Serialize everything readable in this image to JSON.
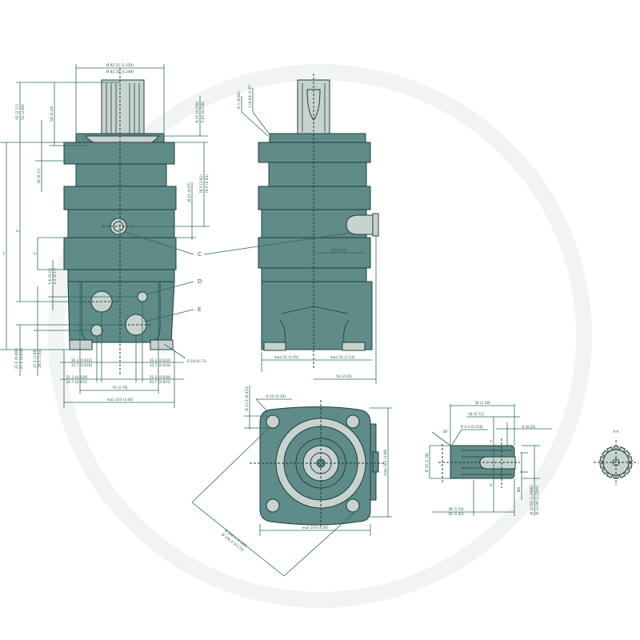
{
  "colors": {
    "body": "#5f8b88",
    "light": "#c8d3d0",
    "dimension": "#2d6a5c"
  },
  "front_view": {
    "pilot_dia": "Ø 82.55 (3.250)",
    "pilot_dia2": "Ø 82.50 (3.248)",
    "shaft_len1": "55 (2.17)",
    "shaft_len2": "53 (2.09)",
    "shaft_58": "58 (2.28)",
    "pilot_h1": "6.35 (0.250)",
    "pilot_h2": "5.85 (0.230)",
    "flange_18": "18 (0.71)",
    "port_c_h1": "76.5 (3.01)",
    "port_c_h2": "74.5 (2.93)",
    "port_c_dia": "Ø 22 (0.87)",
    "L": "L",
    "L1": "L₁",
    "L2": "L₂",
    "d_off1": "5.6 (0.22)",
    "d_off2": "4.4 (0.17)",
    "e_h1": "22.6 (0.890)",
    "e_h2": "21.6 (0.850)",
    "f_h1": "27.5 (1.08)",
    "f_h2": "26.5 (1.04)",
    "x16a": "16.3 (0.642)",
    "x16b": "15.7 (0.618)",
    "x16c": "16.3 (0.642)",
    "x16d": "15.7 (0.618)",
    "x21a": "21.3 (0.839)",
    "x21b": "20.7 (0.815)",
    "x21c": "21.3 (0.839)",
    "x21d": "20.7 (0.815)",
    "w70": "70 (2.76)",
    "wmax": "max 103 (4.06)",
    "radius": "R 18 (0.71)",
    "port_c": "C",
    "port_d": "D",
    "port_e": "E"
  },
  "side_view": {
    "r1": "R 1 (0.04)",
    "chamfer": "1 (0.04) X 45°",
    "d46": "46 (1.81)",
    "max52": "max 52 (2.05)",
    "max54": "max 54 (2.13)",
    "d56": "56 (2.20)"
  },
  "flange_view": {
    "hole": "Ø 11.5 (0.453)",
    "r10": "R 10 (0.39)",
    "height": "max 103 (4.06)",
    "width": "max 103 (4.06)",
    "bc1": "Ø 106.4 (4.189)",
    "bc2": "Ø 106.4 (4.179)"
  },
  "shaft_detail": {
    "l58": "58 (2.28)",
    "l18": "18 (0.71)",
    "r04": "R 0.4 (0.016)",
    "l6": "6 (0.24)",
    "angle": "30°",
    "sec1": "A",
    "sec2": "A",
    "thread": "M8",
    "dia35": "Ø 35 (1.38)",
    "l38a": "38 (1.50)",
    "l38b": "36 (1.42)",
    "spl1": "Ø 32.03 (1.2600)",
    "spl2": "Ø 32.00 (1.2595)",
    "section": "A-A"
  }
}
